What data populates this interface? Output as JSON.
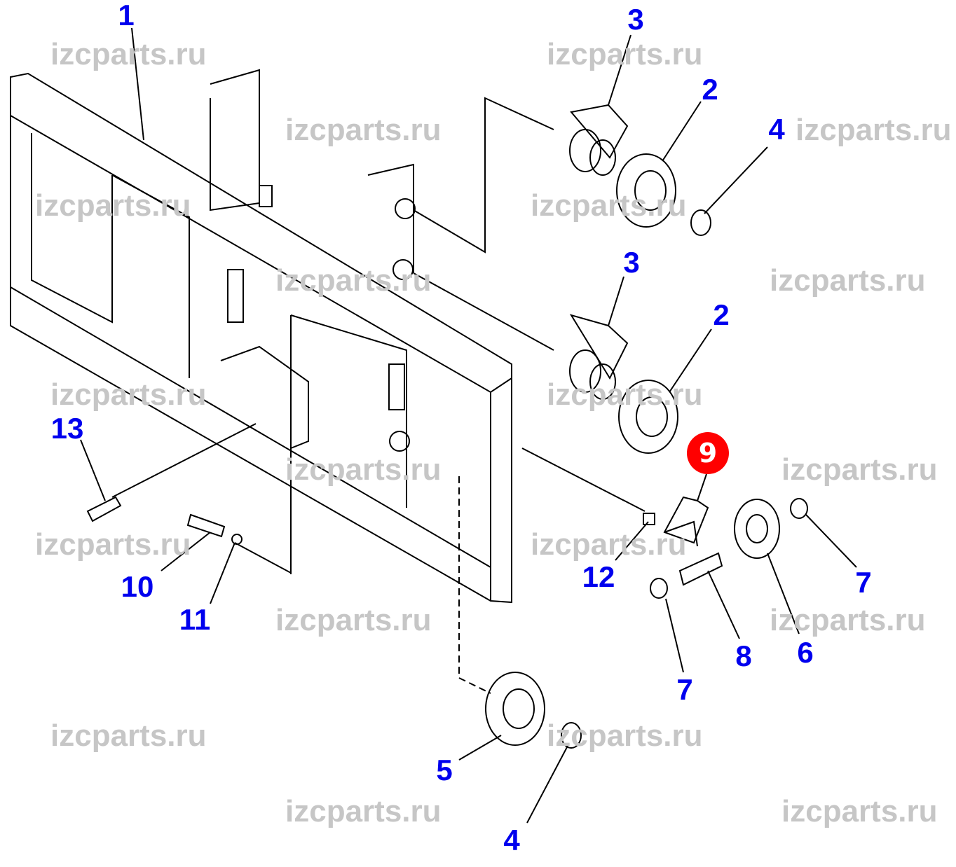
{
  "watermark": "izcparts.ru",
  "highlight_color": "#ff0000",
  "label_color": "#0000ee",
  "callouts": [
    "1",
    "3",
    "2",
    "4",
    "3",
    "2",
    "13",
    "10",
    "11",
    "12",
    "7",
    "6",
    "8",
    "7",
    "5",
    "4"
  ],
  "highlighted_callout": "9"
}
